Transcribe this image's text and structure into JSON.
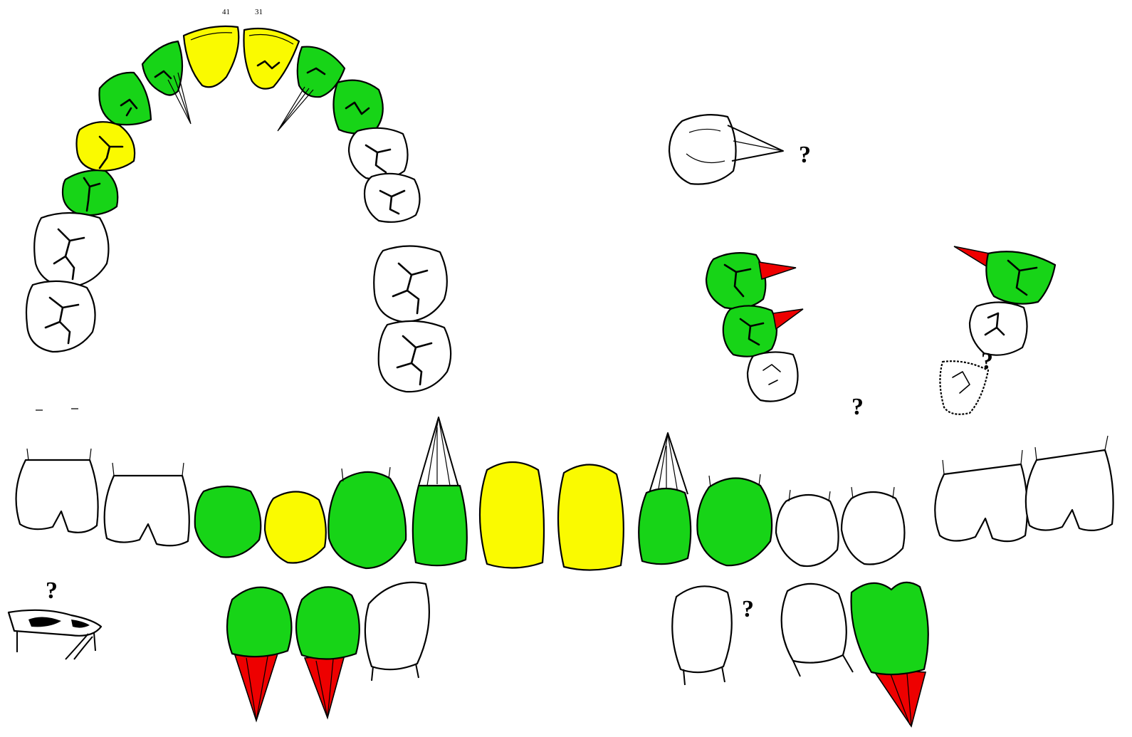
{
  "colors": {
    "green": "#17d417",
    "yellow": "#fafa00",
    "white": "#ffffff",
    "red": "#ee0000",
    "outline": "#000000"
  },
  "status_legend": [
    "green",
    "yellow",
    "white",
    "red"
  ],
  "upper_arch_labels": {
    "left": "41",
    "right": "31"
  },
  "question_mark": "?"
}
